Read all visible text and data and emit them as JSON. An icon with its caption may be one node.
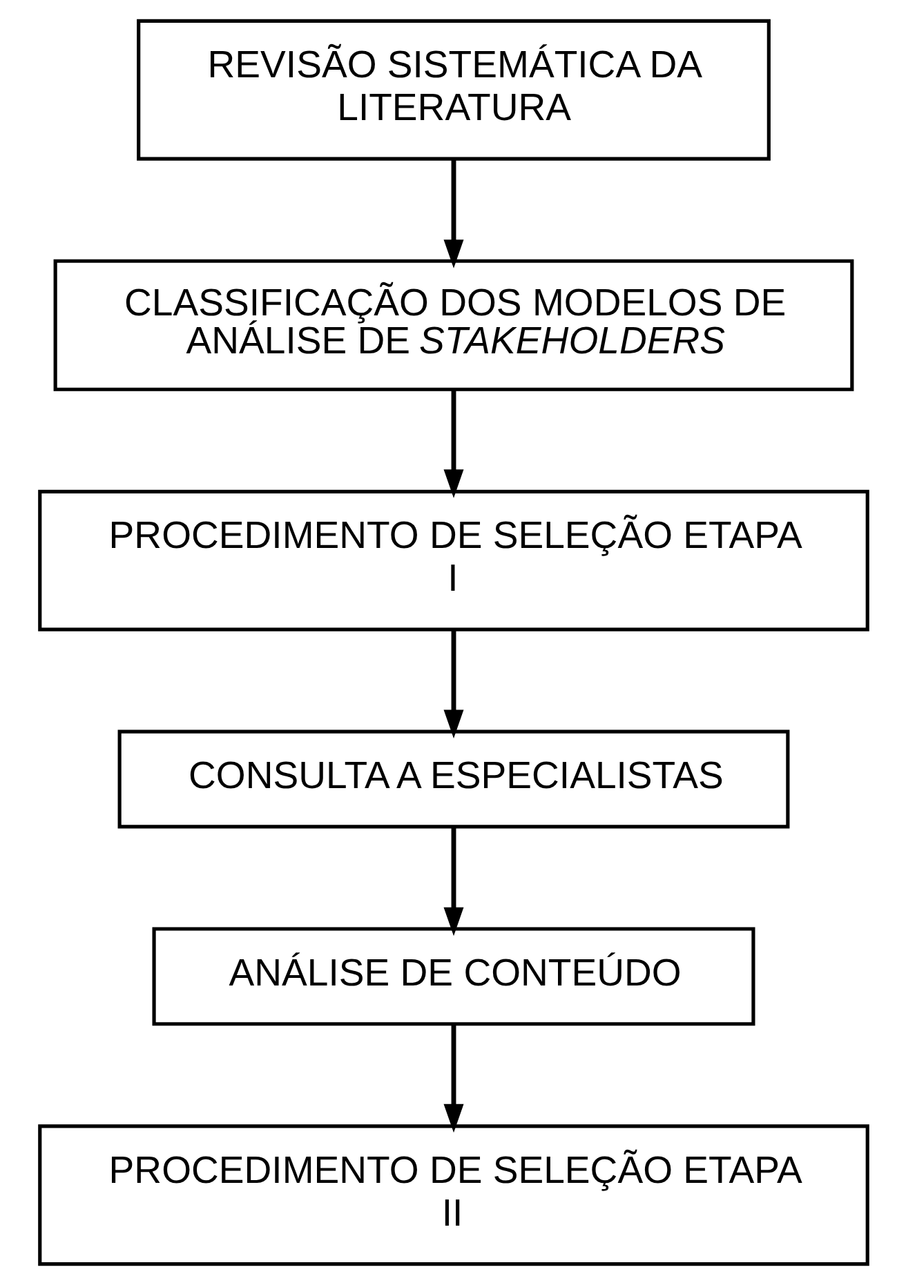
{
  "diagram": {
    "nodes": [
      {
        "text": [
          "REVISÃO SISTEMÁTICA DA LITERATURA"
        ]
      },
      {
        "text": [
          "CLASSIFICAÇÃO DOS MODELOS DE ANÁLISE DE *STAKEHOLDERS*"
        ]
      },
      {
        "text": [
          "PROCEDIMENTO DE SELEÇÃO ETAPA I"
        ]
      },
      {
        "text": [
          "CONSULTA A ESPECIALISTAS"
        ]
      },
      {
        "text": [
          "ANÁLISE DE CONTEÚDO"
        ]
      },
      {
        "text": [
          "PROCEDIMENTO DE SELEÇÃO ETAPA II"
        ]
      }
    ],
    "edges": [
      {
        "from": 0,
        "to": 1,
        "arrow": "to"
      },
      {
        "from": 1,
        "to": 2,
        "arrow": "to"
      },
      {
        "from": 2,
        "to": 3,
        "arrow": "to"
      },
      {
        "from": 3,
        "to": 4,
        "arrow": "to"
      },
      {
        "from": 4,
        "to": 5,
        "arrow": "to"
      }
    ]
  }
}
